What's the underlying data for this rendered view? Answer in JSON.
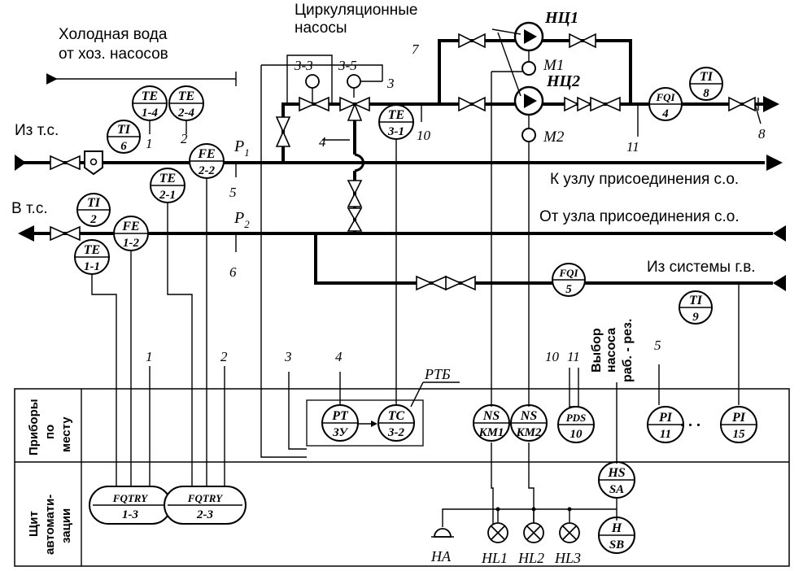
{
  "labels": {
    "cold_water_1": "Холодная вода",
    "cold_water_2": "от хоз. насосов",
    "from_ts": "Из т.с.",
    "to_ts": "В т.с.",
    "to_heating": "К узлу присоединения с.о.",
    "from_heating": "От узла присоединения с.о.",
    "from_hw": "Из системы г.в.",
    "circ_pumps_1": "Циркуляционные",
    "circ_pumps_2": "насосы",
    "pump1": "НЦ1",
    "pump2": "НЦ2",
    "motor1": "М1",
    "motor2": "М2",
    "p1": "P",
    "p1_sub": "1",
    "p2": "P",
    "p2_sub": "2",
    "ptb": "РТБ",
    "pump_select_1": "Выбор",
    "pump_select_2": "насоса",
    "pump_select_3": "раб. - рез.",
    "row_local_1": "Приборы",
    "row_local_2": "по",
    "row_local_3": "месту",
    "row_panel_1": "Щит",
    "row_panel_2": "автомати-",
    "row_panel_3": "зации",
    "ha": "HA",
    "hl1": "HL1",
    "hl2": "HL2",
    "hl3": "HL3",
    "dots": ". . ."
  },
  "numbers": {
    "n1": "1",
    "n2": "2",
    "n3": "3",
    "n4": "4",
    "n5": "5",
    "n6": "6",
    "n7": "7",
    "n8": "8",
    "n10": "10",
    "n11": "11",
    "n3_3": "3-3",
    "n3_5": "3-5",
    "w1": "1",
    "w2": "2",
    "w3": "3",
    "w4": "4",
    "w5": "5",
    "w10": "10",
    "w11": "11"
  },
  "instruments": {
    "te14": [
      "TE",
      "1-4"
    ],
    "te24": [
      "TE",
      "2-4"
    ],
    "ti6": [
      "TI",
      "6"
    ],
    "fe22": [
      "FE",
      "2-2"
    ],
    "te21": [
      "TE",
      "2-1"
    ],
    "ti2": [
      "TI",
      "2"
    ],
    "fe12": [
      "FE",
      "1-2"
    ],
    "te11": [
      "TE",
      "1-1"
    ],
    "te31": [
      "TE",
      "3-1"
    ],
    "fqi4": [
      "FQI",
      "4"
    ],
    "ti8": [
      "TI",
      "8"
    ],
    "fqi5": [
      "FQI",
      "5"
    ],
    "ti9": [
      "TI",
      "9"
    ],
    "pt": [
      "PT",
      "ЗУ"
    ],
    "tc": [
      "TC",
      "3-2"
    ],
    "ns1": [
      "NS",
      "KM1"
    ],
    "ns2": [
      "NS",
      "KM2"
    ],
    "pds": [
      "PDS",
      "10"
    ],
    "pi11": [
      "PI",
      "11"
    ],
    "pi15": [
      "PI",
      "15"
    ],
    "fqtry13": [
      "FQTRY",
      "1-3"
    ],
    "fqtry23": [
      "FQTRY",
      "2-3"
    ],
    "hs": [
      "HS",
      "SA"
    ],
    "h": [
      "H",
      "SB"
    ]
  }
}
